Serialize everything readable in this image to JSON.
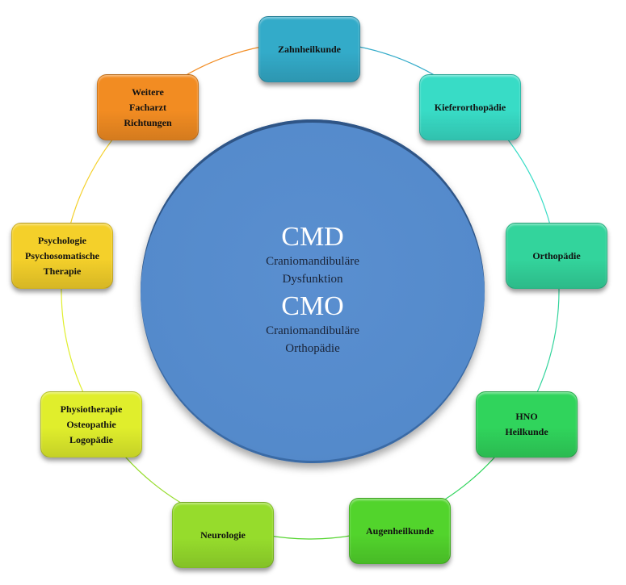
{
  "center": {
    "title1": "CMD",
    "subtitle1": "Craniomandibuläre\nDysfunktion",
    "title2": "CMO",
    "subtitle2": "Craniomandibuläre\nOrthopädie"
  },
  "nodes": [
    {
      "label": "Zahnheilkunde",
      "color": "#33abc9"
    },
    {
      "label": "Kieferorthopädie",
      "color": "#38dcc6"
    },
    {
      "label": "Orthopädie",
      "color": "#33d49c"
    },
    {
      "label": "HNO\nHeilkunde",
      "color": "#30d45c"
    },
    {
      "label": "Augenheilkunde",
      "color": "#52d42c"
    },
    {
      "label": "Neurologie",
      "color": "#96dc2c"
    },
    {
      "label": "Physiotherapie\nOsteopathie\nLogopädie",
      "color": "#e0ee2c"
    },
    {
      "label": "Psychologie\nPsychosomatische\nTherapie",
      "color": "#f4d02a"
    },
    {
      "label": "Weitere\nFacharzt\nRichtungen",
      "color": "#f28c22"
    }
  ]
}
